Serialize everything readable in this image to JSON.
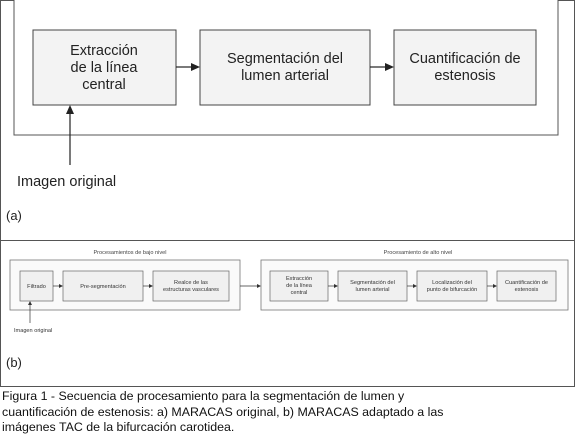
{
  "panel_a": {
    "label": "(a)",
    "input_label": "Imagen original",
    "steps": [
      [
        "Extracción",
        "de la línea",
        "central"
      ],
      [
        "Segmentación del",
        "lumen arterial"
      ],
      [
        "Cuantificación de",
        "estenosis"
      ]
    ]
  },
  "panel_b": {
    "label": "(b)",
    "input_label": "Imagen original",
    "group_low": {
      "title": "Procesamientos de bajo nivel",
      "steps": [
        [
          "Filtrado"
        ],
        [
          "Pre-segmentación"
        ],
        [
          "Realce de las",
          "estructuras vasculares"
        ]
      ]
    },
    "group_high": {
      "title": "Procesamiento de alto nivel",
      "steps": [
        [
          "Extracción",
          "de la línea",
          "central"
        ],
        [
          "Segmentación del",
          "lumen arterial"
        ],
        [
          "Localización del",
          "punto de bifurcación"
        ],
        [
          "Cuantificación de",
          "estenosis"
        ]
      ]
    }
  },
  "caption": {
    "lines": [
      "Figura 1 - Secuencia de procesamiento para la segmentación de lumen y",
      "cuantificación de estenosis: a) MARACAS original, b) MARACAS adaptado a las",
      "imágenes TAC de la bifurcación carotidea."
    ]
  },
  "colors": {
    "box": "#f3f3f3",
    "frame": "#444444",
    "text": "#222222"
  }
}
